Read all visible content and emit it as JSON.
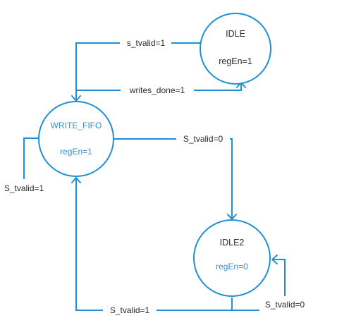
{
  "states": {
    "idle": {
      "name": "IDLE",
      "output": "regEn=1"
    },
    "write_fifo": {
      "name": "WRITE_FIFO",
      "output": "regEn=1"
    },
    "idle2": {
      "name": "IDLE2",
      "output": "regEn=0"
    }
  },
  "transitions": {
    "idle_to_write": "s_tvalid=1",
    "write_to_idle": "writes_done=1",
    "write_to_idle2": "S_tvalid=0",
    "write_self": "S_tvalid=1",
    "idle2_to_write": "S_tvalid=1",
    "idle2_self": "S_tvalid=0"
  },
  "colors": {
    "line": "#1f8fd6",
    "blue_text": "#3a8fd0",
    "text": "#2b2b2b"
  }
}
